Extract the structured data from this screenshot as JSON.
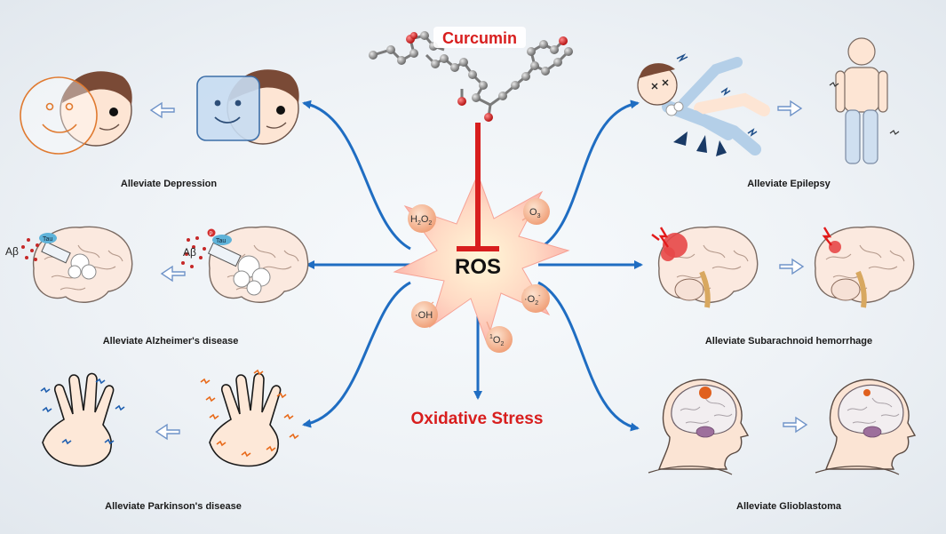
{
  "top": {
    "title": "Curcumin"
  },
  "center": {
    "title": "ROS",
    "bottom_title": "Oxidative Stress"
  },
  "species": [
    {
      "base": "H",
      "sub1": "2",
      "mid": "O",
      "sub2": "2"
    },
    {
      "base": "O",
      "sub1": "3"
    },
    {
      "pre": "·",
      "base": "O",
      "sub1": "2",
      "sup": "-"
    },
    {
      "pre": "·",
      "base": "OH"
    },
    {
      "sup_pre": "1",
      "base": "O",
      "sub1": "2"
    }
  ],
  "outcomes": {
    "depression": "Alleviate Depression",
    "alzheimers": "Alleviate Alzheimer's disease",
    "parkinsons": "Alleviate Parkinson's disease",
    "epilepsy": "Alleviate Epilepsy",
    "sah": "Alleviate Subarachnoid hemorrhage",
    "glioblastoma": "Alleviate Glioblastoma"
  },
  "protein_labels": {
    "tau": "Tau",
    "abeta": "Aβ",
    "phospho": "P"
  },
  "colors": {
    "arrow_blue": "#1f6dc2",
    "inhibit_red": "#d81e1e",
    "small_arrow": "#9cb8dc"
  },
  "icons": [
    "molecule-model-icon",
    "ros-burst-icon",
    "face-mask-icon",
    "brain-icon",
    "hand-tremor-icon",
    "seizure-figure-icon",
    "standing-figure-icon",
    "head-profile-icon"
  ]
}
